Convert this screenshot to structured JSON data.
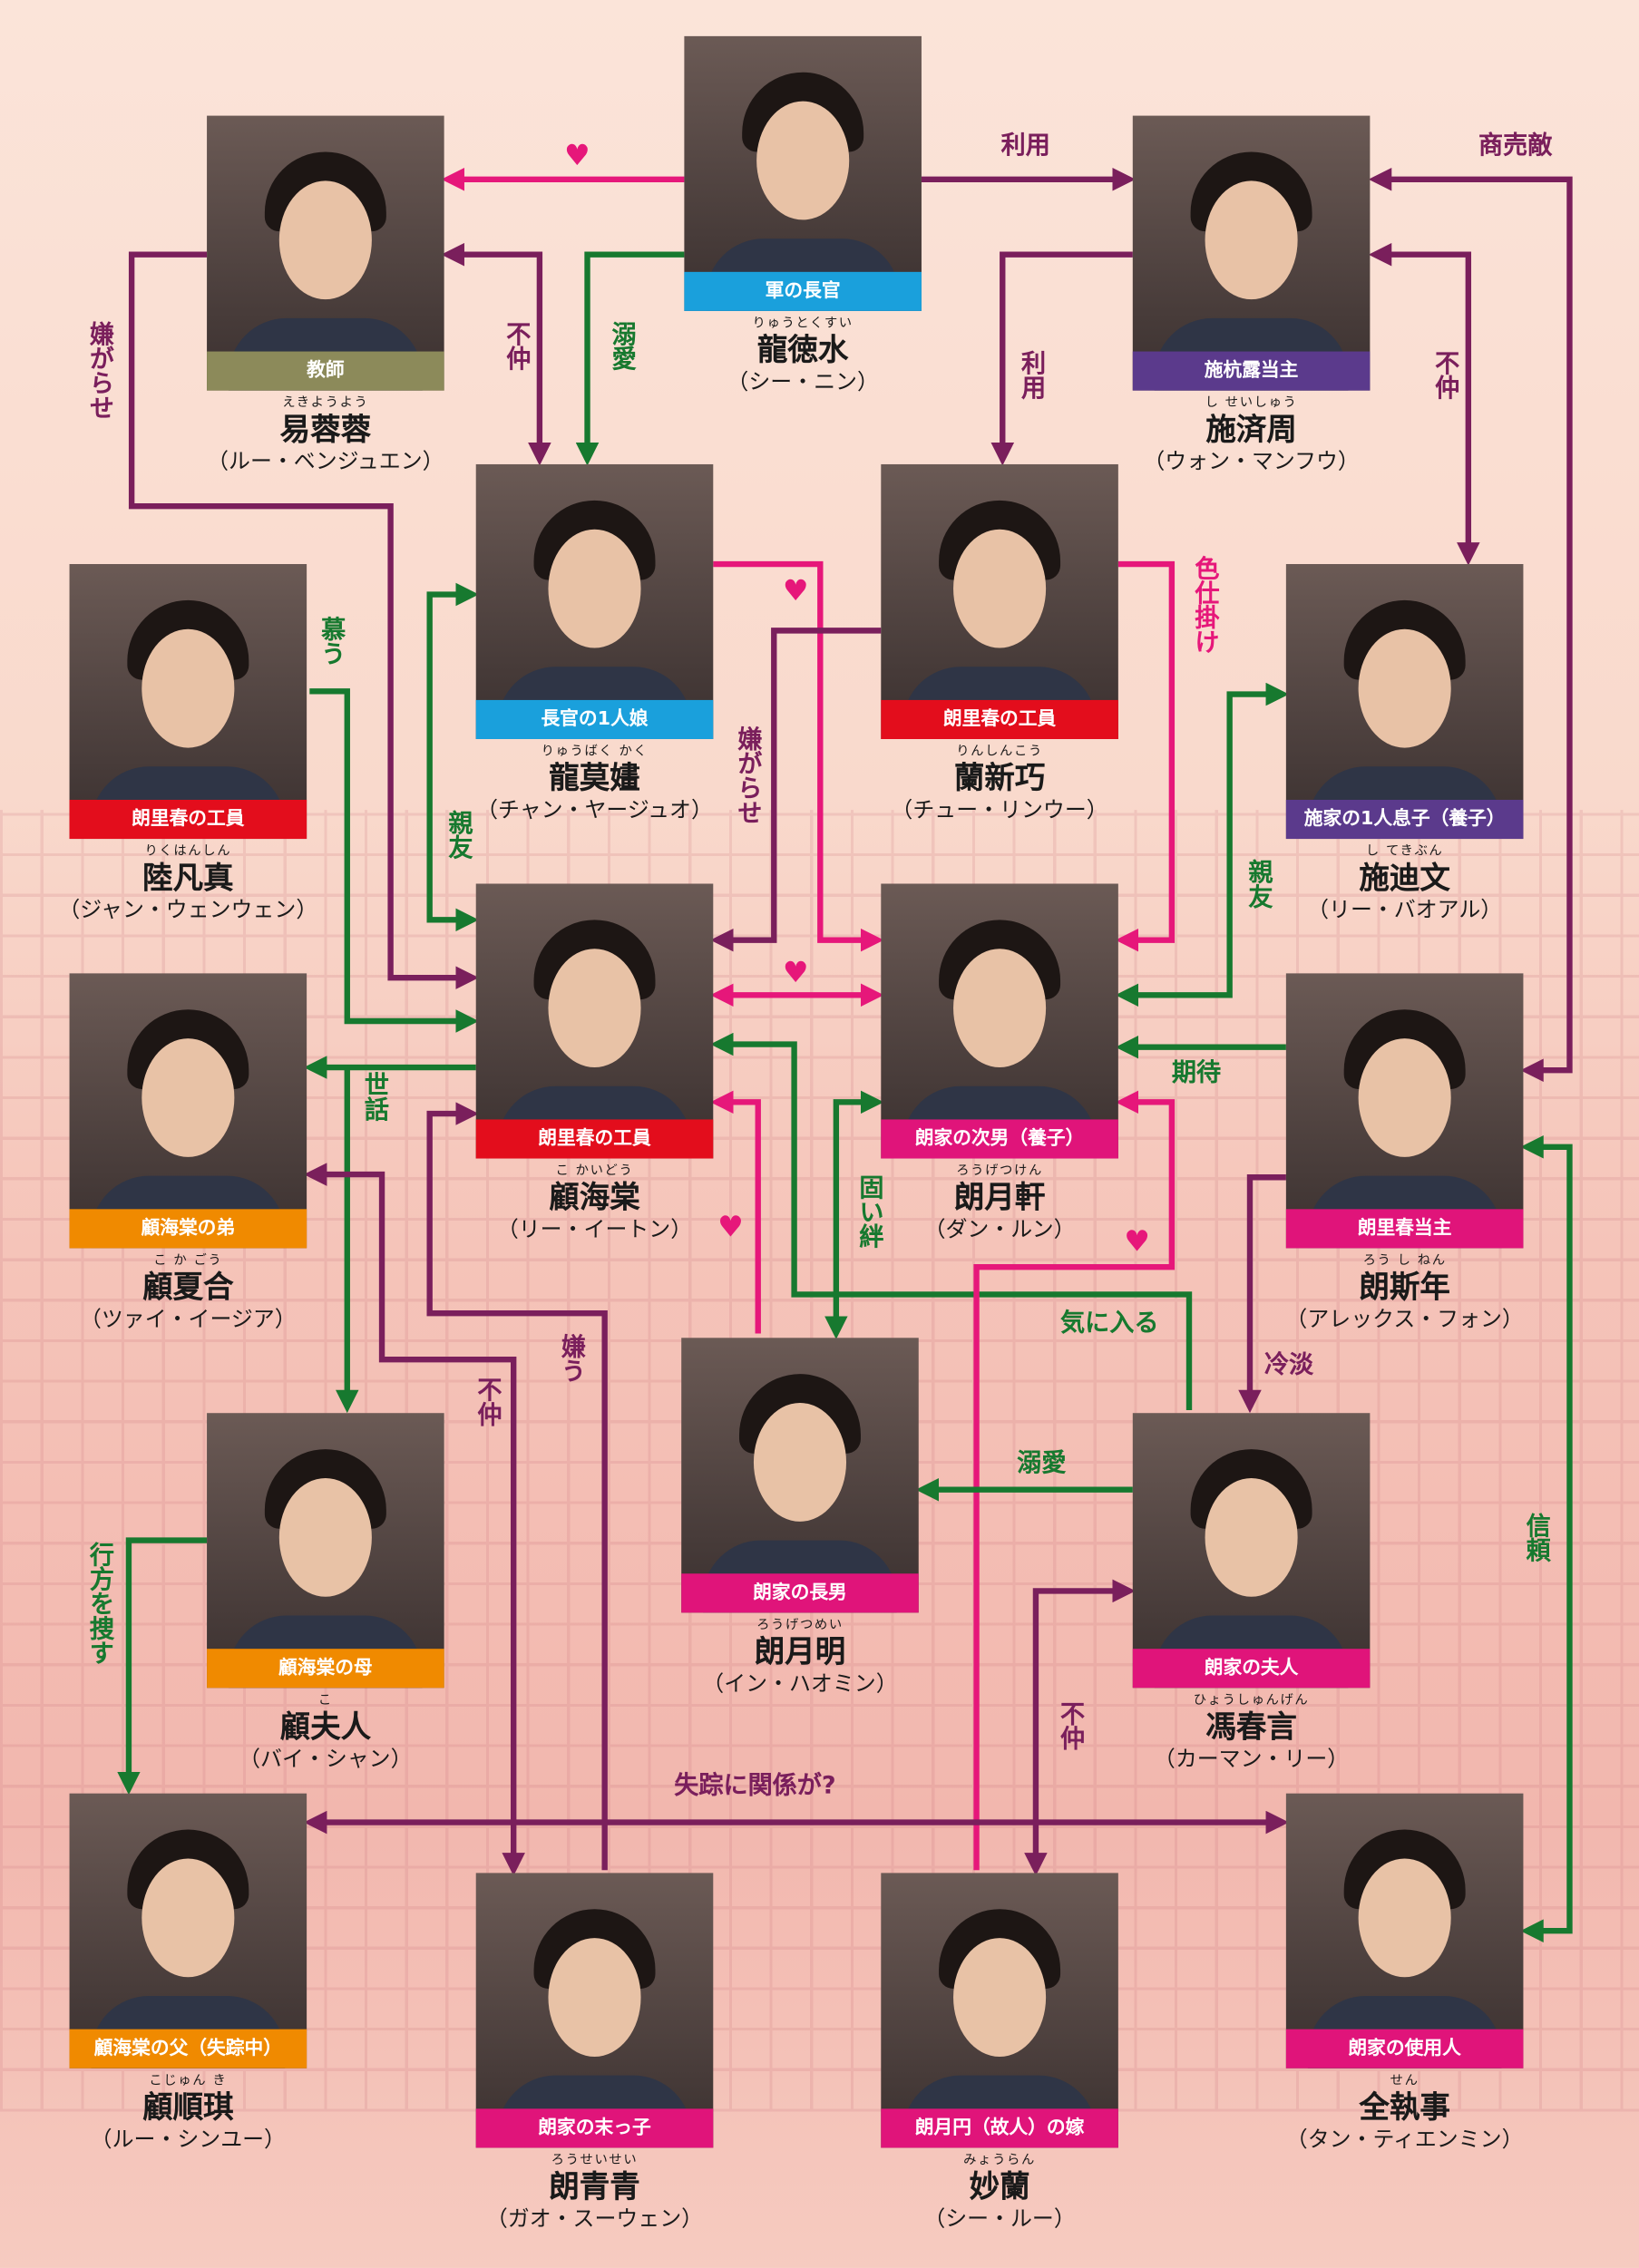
{
  "colors": {
    "purple": "#7a1f5c",
    "green": "#17792f",
    "pink": "#e6177a",
    "blue": "#1aa0dc",
    "olive": "#8c8a5a",
    "violet": "#5b3a8c",
    "red": "#e30d1c",
    "magenta": "#e0147a",
    "orange": "#f08a00"
  },
  "characters": [
    {
      "role": "軍の長官",
      "role_color": "#1aa0dc",
      "ruby": "りゅうとくすい",
      "name": "龍徳水",
      "actor": "（シー・ニン）"
    },
    {
      "role": "教師",
      "role_color": "#8c8a5a",
      "ruby": "えきようよう",
      "name": "易蓉蓉",
      "actor": "（ルー・ベンジュエン）"
    },
    {
      "role": "施杭露当主",
      "role_color": "#5b3a8c",
      "ruby": "し せいしゅう",
      "name": "施済周",
      "actor": "（ウォン・マンフウ）"
    },
    {
      "role": "長官の1人娘",
      "role_color": "#1aa0dc",
      "ruby": "りゅうばく かく",
      "name": "龍莫嫿",
      "actor": "（チャン・ヤージュオ）"
    },
    {
      "role": "朗里春の工員",
      "role_color": "#e30d1c",
      "ruby": "りんしんこう",
      "name": "蘭新巧",
      "actor": "（チュー・リンウー）"
    },
    {
      "role": "朗里春の工員",
      "role_color": "#e30d1c",
      "ruby": "りくはんしん",
      "name": "陸凡真",
      "actor": "（ジャン・ウェンウェン）"
    },
    {
      "role": "施家の1人息子（養子）",
      "role_color": "#5b3a8c",
      "ruby": "し てきぶん",
      "name": "施迪文",
      "actor": "（リー・バオアル）"
    },
    {
      "role": "朗里春の工員",
      "role_color": "#e30d1c",
      "ruby": "こ かいどう",
      "name": "顧海棠",
      "actor": "（リー・イートン）"
    },
    {
      "role": "朗家の次男（養子）",
      "role_color": "#e0147a",
      "ruby": "ろうげつけん",
      "name": "朗月軒",
      "actor": "（ダン・ルン）"
    },
    {
      "role": "顧海棠の弟",
      "role_color": "#f08a00",
      "ruby": "こ か ごう",
      "name": "顧夏合",
      "actor": "（ツァイ・イージア）"
    },
    {
      "role": "朗里春当主",
      "role_color": "#e0147a",
      "ruby": "ろう し ねん",
      "name": "朗斯年",
      "actor": "（アレックス・フォン）"
    },
    {
      "role": "朗家の長男",
      "role_color": "#e0147a",
      "ruby": "ろうげつめい",
      "name": "朗月明",
      "actor": "（イン・ハオミン）"
    },
    {
      "role": "顧海棠の母",
      "role_color": "#f08a00",
      "ruby": "こ",
      "name": "顧夫人",
      "actor": "（バイ・シャン）"
    },
    {
      "role": "朗家の夫人",
      "role_color": "#e0147a",
      "ruby": "ひょうしゅんげん",
      "name": "馮春言",
      "actor": "（カーマン・リー）"
    },
    {
      "role": "顧海棠の父（失踪中）",
      "role_color": "#f08a00",
      "ruby": "こじゅん き",
      "name": "顧順琪",
      "actor": "（ルー・シンユー）"
    },
    {
      "role": "朗家の末っ子",
      "role_color": "#e0147a",
      "ruby": "ろうせいせい",
      "name": "朗青青",
      "actor": "（ガオ・スーウェン）"
    },
    {
      "role": "朗月円（故人）の嫁",
      "role_color": "#e0147a",
      "ruby": "みょうらん",
      "name": "妙蘭",
      "actor": "（シー・ルー）"
    },
    {
      "role": "朗家の使用人",
      "role_color": "#e0147a",
      "ruby": "せん",
      "name": "全執事",
      "actor": "（タン・ティエンミン）"
    }
  ],
  "relations": [
    {
      "label": "利用",
      "color": "#7a1f5c"
    },
    {
      "label": "商売敵",
      "color": "#7a1f5c"
    },
    {
      "label": "不仲",
      "color": "#7a1f5c"
    },
    {
      "label": "溺愛",
      "color": "#17792f"
    },
    {
      "label": "利用",
      "color": "#7a1f5c"
    },
    {
      "label": "不仲",
      "color": "#7a1f5c"
    },
    {
      "label": "嫌がらせ",
      "color": "#7a1f5c"
    },
    {
      "label": "慕う",
      "color": "#17792f"
    },
    {
      "label": "親友",
      "color": "#17792f"
    },
    {
      "label": "嫌がらせ",
      "color": "#7a1f5c"
    },
    {
      "label": "色仕掛け",
      "color": "#e6177a"
    },
    {
      "label": "親友",
      "color": "#17792f"
    },
    {
      "label": "期待",
      "color": "#17792f"
    },
    {
      "label": "世話",
      "color": "#17792f"
    },
    {
      "label": "固い絆",
      "color": "#17792f"
    },
    {
      "label": "気に入る",
      "color": "#17792f"
    },
    {
      "label": "冷淡",
      "color": "#7a1f5c"
    },
    {
      "label": "嫌う",
      "color": "#7a1f5c"
    },
    {
      "label": "不仲",
      "color": "#7a1f5c"
    },
    {
      "label": "溺愛",
      "color": "#17792f"
    },
    {
      "label": "信頼",
      "color": "#17792f"
    },
    {
      "label": "行方を捜す",
      "color": "#17792f"
    },
    {
      "label": "不仲",
      "color": "#7a1f5c"
    },
    {
      "label": "失踪に関係が?",
      "color": "#7a1f5c"
    }
  ],
  "hearts": {
    "icon": "heart-icon",
    "glyph": "♥"
  }
}
